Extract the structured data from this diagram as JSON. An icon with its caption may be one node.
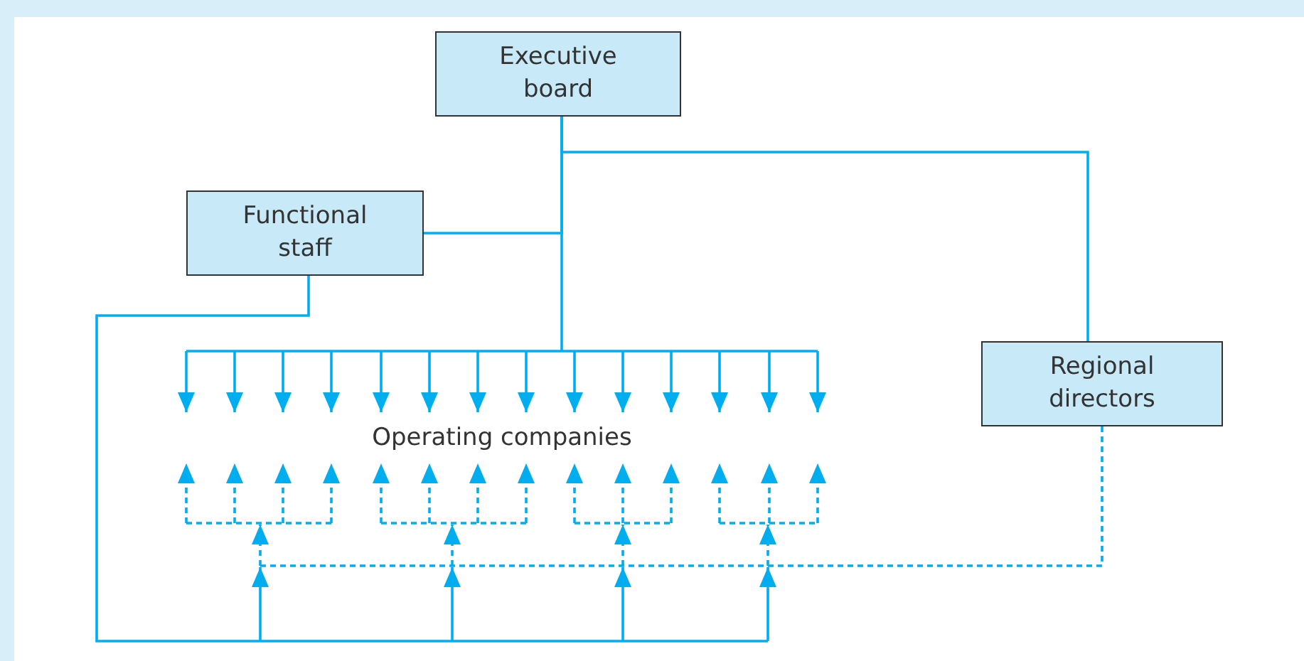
{
  "diagram": {
    "nodes": [
      {
        "text": [
          "Executive board"
        ]
      },
      {
        "text": [
          "Functional staff"
        ]
      },
      {
        "text": [
          "Regional directors"
        ]
      },
      {
        "text": [
          "Operating companies"
        ]
      }
    ],
    "edges": [
      {
        "from": 0,
        "to": 1,
        "arrow": "none"
      },
      {
        "from": 0,
        "to": 2,
        "arrow": "none"
      },
      {
        "from": 0,
        "to": 3,
        "arrow": "to"
      },
      {
        "from": 1,
        "to": null,
        "arrow": "to"
      },
      {
        "from": 2,
        "to": 3,
        "arrow": "to",
        "style": "dashed"
      }
    ]
  }
}
